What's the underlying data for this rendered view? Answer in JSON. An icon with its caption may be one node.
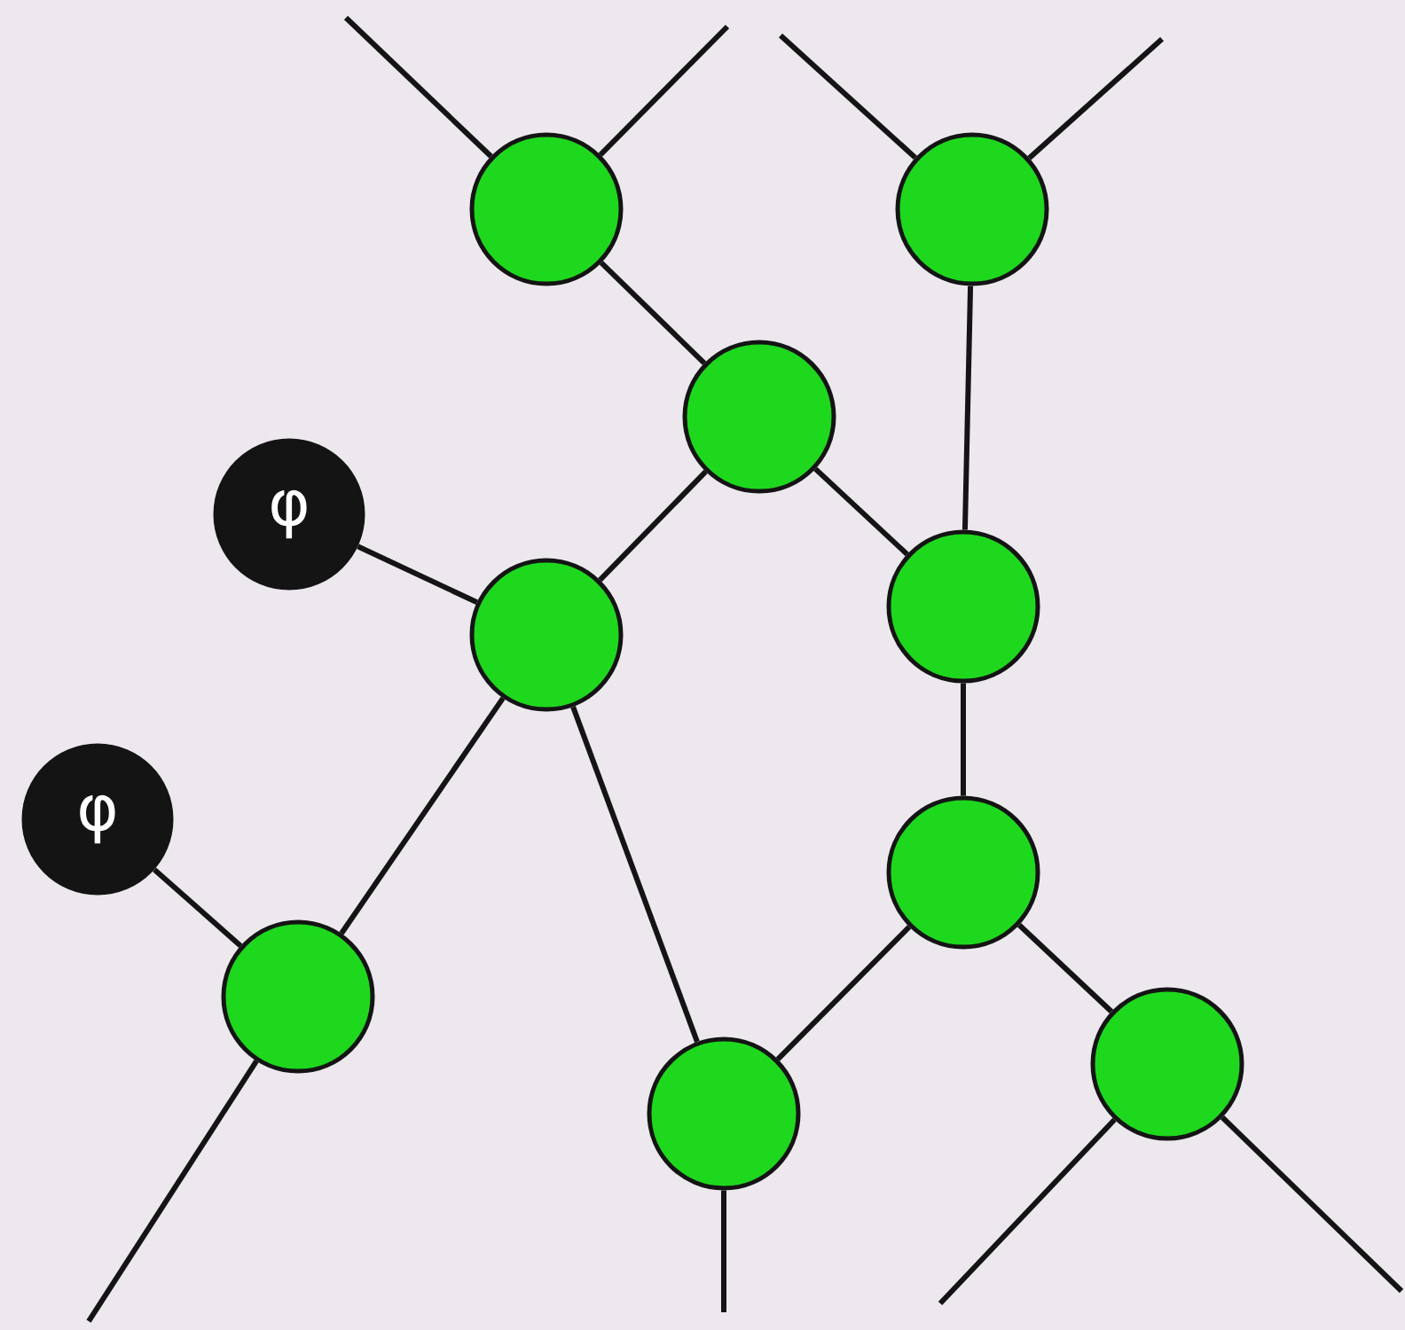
{
  "diagram": {
    "nodes": [
      {
        "text": [],
        "shape": "circle"
      },
      {
        "text": [],
        "shape": "circle"
      },
      {
        "text": [],
        "shape": "circle"
      },
      {
        "text": [
          "φ"
        ]
      },
      {
        "text": [],
        "shape": "circle"
      },
      {
        "text": [],
        "shape": "circle"
      },
      {
        "text": [
          "φ"
        ]
      },
      {
        "text": [],
        "shape": "circle"
      },
      {
        "text": [],
        "shape": "circle"
      },
      {
        "text": [],
        "shape": "circle"
      },
      {
        "text": [],
        "shape": "circle"
      }
    ],
    "edges": [
      {
        "from": null,
        "to": 0,
        "arrow": "none"
      },
      {
        "from": null,
        "to": 0,
        "arrow": "none"
      },
      {
        "from": null,
        "to": 1,
        "arrow": "none"
      },
      {
        "from": null,
        "to": 1,
        "arrow": "none"
      },
      {
        "from": 0,
        "to": 2,
        "arrow": "none"
      },
      {
        "from": 2,
        "to": 5,
        "arrow": "none"
      },
      {
        "from": 2,
        "to": 4,
        "arrow": "none"
      },
      {
        "from": 1,
        "to": 4,
        "arrow": "none"
      },
      {
        "from": 4,
        "to": 7,
        "arrow": "none"
      },
      {
        "from": 3,
        "to": 5,
        "arrow": "none"
      },
      {
        "from": 5,
        "to": 8,
        "arrow": "none"
      },
      {
        "from": 5,
        "to": 10,
        "arrow": "none"
      },
      {
        "from": 6,
        "to": 8,
        "arrow": "none"
      },
      {
        "from": 7,
        "to": 10,
        "arrow": "none"
      },
      {
        "from": 7,
        "to": 9,
        "arrow": "none"
      },
      {
        "from": 8,
        "to": null,
        "arrow": "none"
      },
      {
        "from": 10,
        "to": null,
        "arrow": "none"
      },
      {
        "from": 9,
        "to": null,
        "arrow": "none"
      },
      {
        "from": 9,
        "to": null,
        "arrow": "none"
      }
    ]
  }
}
